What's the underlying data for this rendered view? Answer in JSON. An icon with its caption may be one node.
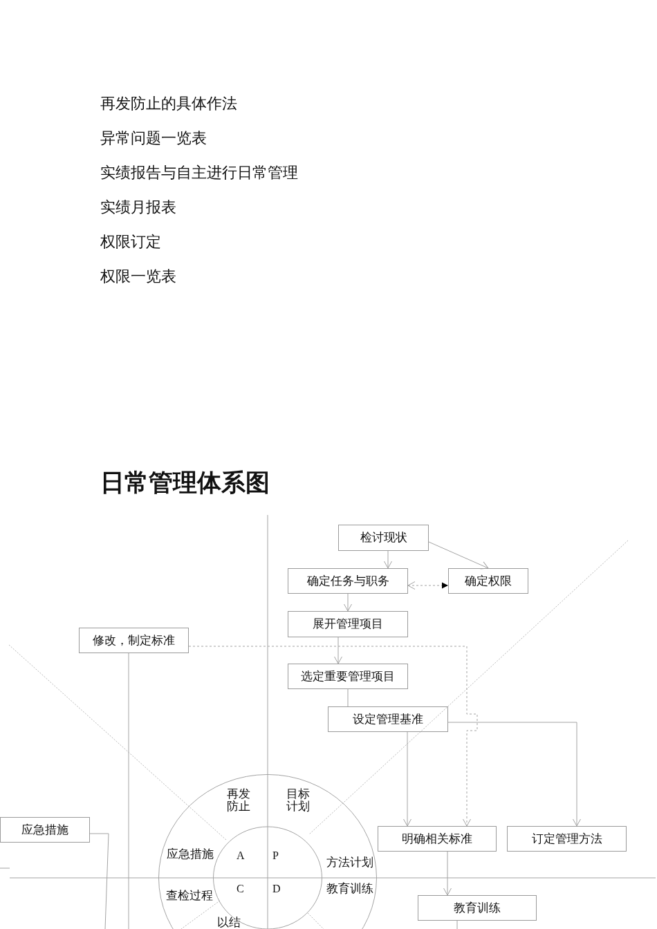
{
  "diagram": {
    "title": "日常管理体系图",
    "nodes": [
      {
        "text": [
          "检讨现状"
        ]
      },
      {
        "text": [
          "确定任务与职务"
        ]
      },
      {
        "text": [
          "确定权限"
        ]
      },
      {
        "text": [
          "展开管理项目"
        ]
      },
      {
        "text": [
          "修改，制定标准"
        ]
      },
      {
        "text": [
          "选定重要管理项目"
        ]
      },
      {
        "text": [
          "设定管理基准"
        ]
      },
      {
        "text": [
          "再发防止",
          "目标计划",
          "应急措施",
          "方法计划",
          "查检过程",
          "教育训练",
          "以结"
        ]
      },
      {
        "text": [
          "A",
          "P",
          "C",
          "D"
        ],
        "in": 7
      },
      {
        "text": [
          "应急措施"
        ]
      },
      {
        "text": [
          "明确相关标准"
        ]
      },
      {
        "text": [
          "订定管理方法"
        ]
      },
      {
        "text": [
          "教育训练"
        ]
      }
    ],
    "edges": [
      {
        "from": 0,
        "to": 1,
        "arrow": "to"
      },
      {
        "from": 0,
        "to": 2,
        "arrow": "to"
      },
      {
        "from": 1,
        "to": 2,
        "arrow": "both",
        "style": "dashed"
      },
      {
        "from": 1,
        "to": 3,
        "arrow": "to"
      },
      {
        "from": 3,
        "to": 5,
        "arrow": "to"
      },
      {
        "from": 5,
        "to": 6,
        "arrow": "none"
      },
      {
        "from": 6,
        "to": 10,
        "arrow": "to"
      },
      {
        "from": 6,
        "to": 11,
        "arrow": "to"
      },
      {
        "from": 4,
        "to": 10,
        "arrow": "to",
        "style": "dashed"
      },
      {
        "from": 10,
        "to": 12,
        "arrow": "to"
      },
      {
        "from": 12,
        "to": null,
        "arrow": "none"
      },
      {
        "from": 4,
        "to": null,
        "arrow": "none"
      },
      {
        "from": 9,
        "to": null,
        "arrow": "none"
      }
    ],
    "labels": [
      "再发防止的具体作法",
      "异常问题一览表",
      "实绩报告与自主进行日常管理",
      "实绩月报表",
      "权限订定",
      "权限一览表"
    ]
  }
}
